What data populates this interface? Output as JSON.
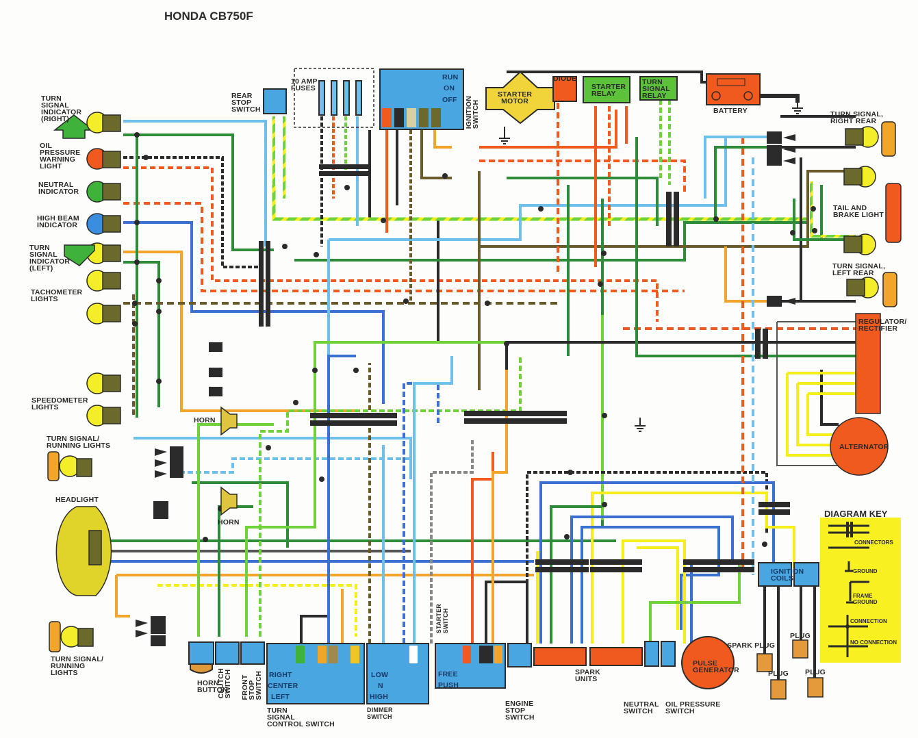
{
  "title": "HONDA CB750F",
  "wire_colors": {
    "black": "#2b2b2b",
    "green": "#2e8b3a",
    "light_green": "#6fd23a",
    "light_blue": "#6ec0ea",
    "blue": "#3b6fd0",
    "yellow": "#f6ee1a",
    "orange": "#f1a52a",
    "red_orange": "#f05a1e",
    "brown": "#6b5a2a",
    "white": "#ffffff"
  },
  "component_colors": {
    "switch_blue": "#4aa6e0",
    "lamp_yellow": "#f4ee2a",
    "unit_orange": "#f05a1e",
    "relay_green": "#5cc23a",
    "socket_olive": "#6b6a2a",
    "plug_tan": "#e49a3a",
    "key_yellow": "#f8f020"
  },
  "left_components": {
    "turn_indicator_right": "TURN\nSIGNAL\nINDICATOR\n(RIGHT)",
    "oil_pressure_light": "OIL\nPRESSURE\nWARNING\nLIGHT",
    "neutral_indicator": "NEUTRAL\nINDICATOR",
    "high_beam_indicator": "HIGH BEAM\nINDICATOR",
    "turn_indicator_left": "TURN\nSIGNAL\nINDICATOR\n(LEFT)",
    "tachometer_lights": "TACHOMETER\nLIGHTS",
    "speedometer_lights": "SPEEDOMETER\nLIGHTS",
    "turn_running_front_upper": "TURN SIGNAL/\nRUNNING LIGHTS",
    "headlight": "HEADLIGHT",
    "turn_running_front_lower": "TURN SIGNAL/\nRUNNING\nLIGHTS",
    "horn_upper": "HORN",
    "horn_lower": "HORN"
  },
  "top_components": {
    "rear_stop_switch": "REAR\nSTOP\nSWITCH",
    "fuses": "10 AMP\nFUSES",
    "ignition_switch": "IGNITION\nSWITCH",
    "ignition_positions": [
      "RUN",
      "ON",
      "OFF"
    ],
    "starter_motor": "STARTER\nMOTOR",
    "diode": "DIODE",
    "starter_relay": "STARTER\nRELAY",
    "turn_signal_relay": "TURN\nSIGNAL\nRELAY",
    "battery": "BATTERY"
  },
  "right_components": {
    "turn_signal_right_rear": "TURN SIGNAL,\nRIGHT REAR",
    "tail_brake_light": "TAIL AND\nBRAKE LIGHT",
    "turn_signal_left_rear": "TURN SIGNAL,\nLEFT REAR",
    "regulator_rectifier": "REGULATOR/\nRECTIFIER",
    "alternator": "ALTERNATOR"
  },
  "bottom_components": {
    "horn_button": "HORN\nBUTTON",
    "clutch_switch": "CLUTCH\nSWITCH",
    "front_stop_switch": "FRONT\nSTOP\nSWITCH",
    "turn_signal_control_switch": "TURN\nSIGNAL\nCONTROL SWITCH",
    "turn_positions": [
      "RIGHT",
      "CENTER",
      "LEFT"
    ],
    "dimmer_switch": "DIMMER\nSWITCH",
    "dimmer_positions": [
      "LOW",
      "N",
      "HIGH"
    ],
    "starter_switch": "STARTER\nSWITCH",
    "starter_positions": [
      "FREE",
      "PUSH"
    ],
    "engine_stop_switch": "ENGINE\nSTOP\nSWITCH",
    "spark_units": "SPARK\nUNITS",
    "neutral_switch": "NEUTRAL\nSWITCH",
    "oil_pressure_switch": "OIL PRESSURE\nSWITCH",
    "pulse_generator": "PULSE\nGENERATOR",
    "ignition_coils": "IGNITION\nCOILS",
    "spark_plug": "SPARK PLUG",
    "plug": "PLUG"
  },
  "diagram_key": {
    "title": "DIAGRAM KEY",
    "items": [
      "CONNECTORS",
      "GROUND",
      "FRAME\nGROUND",
      "CONNECTION",
      "NO CONNECTION"
    ]
  }
}
